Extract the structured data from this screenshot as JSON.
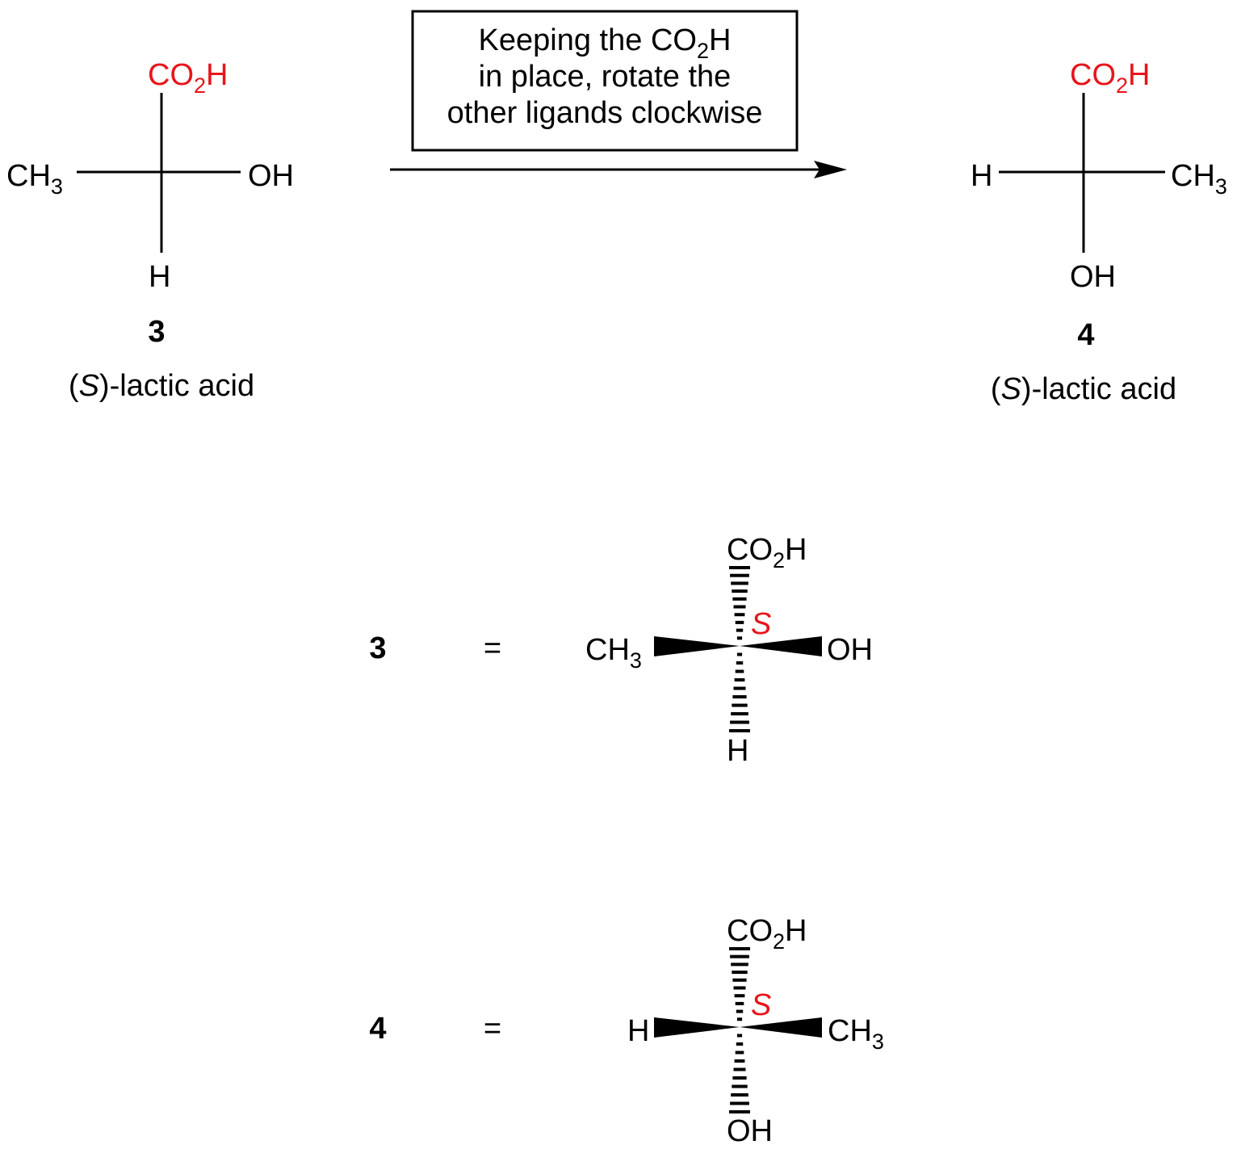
{
  "reaction_box": {
    "line1_pre": "Keeping the CO",
    "line1_sub": "2",
    "line1_post": "H",
    "line2": "in place, rotate the",
    "line3": "other ligands clockwise"
  },
  "compound_3_fischer": {
    "top": {
      "a": "CO",
      "sub": "2",
      "b": "H"
    },
    "left": {
      "a": "CH",
      "sub": "3"
    },
    "right": "OH",
    "bottom": "H",
    "number": "3",
    "name_open": "(",
    "name_italic": "S",
    "name_rest": ")-lactic acid"
  },
  "compound_4_fischer": {
    "top": {
      "a": "CO",
      "sub": "2",
      "b": "H"
    },
    "left": "H",
    "right": {
      "a": "CH",
      "sub": "3"
    },
    "bottom": "OH",
    "number": "4",
    "name_open": "(",
    "name_italic": "S",
    "name_rest": ")-lactic acid"
  },
  "compound_3_wedge": {
    "number": "3",
    "equals": "=",
    "top": {
      "a": "CO",
      "sub": "2",
      "b": "H"
    },
    "left": {
      "a": "CH",
      "sub": "3"
    },
    "right": "OH",
    "bottom": "H",
    "stereo": "S"
  },
  "compound_4_wedge": {
    "number": "4",
    "equals": "=",
    "top": {
      "a": "CO",
      "sub": "2",
      "b": "H"
    },
    "left": "H",
    "right": {
      "a": "CH",
      "sub": "3"
    },
    "bottom": "OH",
    "stereo": "S"
  },
  "colors": {
    "highlight": "#e8141b",
    "ink": "#000000"
  }
}
